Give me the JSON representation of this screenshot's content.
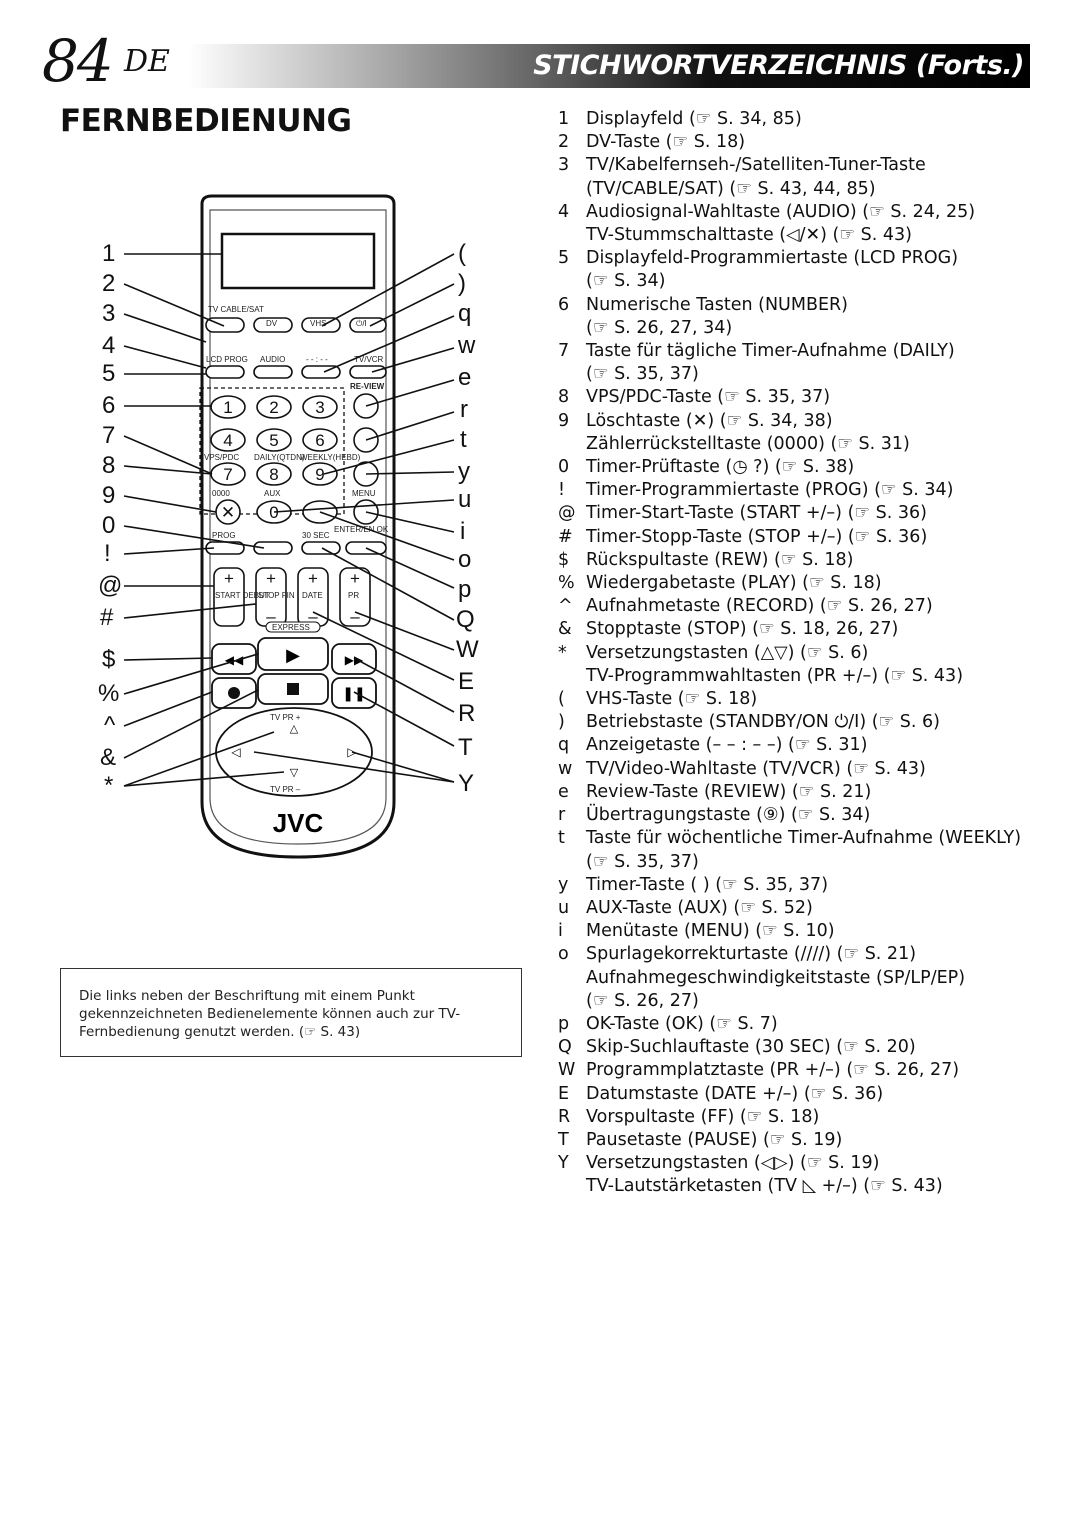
{
  "header": {
    "page_number": "84",
    "language": "DE",
    "title": "STICHWORTVERZEICHNIS (Forts.)"
  },
  "section_title": "FERNBEDIENUNG",
  "remote": {
    "brand": "JVC",
    "callouts_left": [
      "1",
      "2",
      "3",
      "4",
      "5",
      "6",
      "7",
      "8",
      "9",
      "0",
      "!",
      "@",
      "#",
      "$",
      "%",
      "^",
      "&",
      "*"
    ],
    "callouts_right": [
      "(",
      ")",
      "q",
      "w",
      "e",
      "r",
      "t",
      "y",
      "u",
      "i",
      "o",
      "p",
      "Q",
      "W",
      "E",
      "R",
      "T",
      "Y"
    ],
    "labels": {
      "tv_cable_sat": "TV CABLE/SAT",
      "dv": "DV",
      "vhs": "VHS",
      "standby": "⏻/I",
      "lcd_prog": "LCD PROG",
      "audio": "AUDIO",
      "display": "- - : - -",
      "tv_vcr": "TV/VCR",
      "review": "RE-VIEW",
      "vps_pdc": "VPS/PDC",
      "daily": "DAILY(QTDN)",
      "weekly": "WEEKLY(HEBD)",
      "zero_key": "0000",
      "aux": "AUX",
      "menu": "MENU",
      "prog": "PROG",
      "sec30": "30 SEC",
      "enter_ok": "ENTER/EN OK",
      "start": "START DEBUT",
      "stop": "STOP FIN",
      "date": "DATE",
      "pr": "PR",
      "express": "EXPRESS",
      "tv_pr_plus": "TV PR +",
      "tv_pr_minus": "TV PR –",
      "num1": "1",
      "num2": "2",
      "num3": "3",
      "num4": "4",
      "num5": "5",
      "num6": "6",
      "num7": "7",
      "num8": "8",
      "num9": "9",
      "num0": "0"
    }
  },
  "note": "Die links neben der Beschriftung mit einem Punkt gekennzeichneten Bedienelemente können auch zur TV-Fernbedienung genutzt werden. (☞ S. 43)",
  "index": [
    {
      "key": "1",
      "lines": [
        "Displayfeld (☞ S. 34, 85)"
      ]
    },
    {
      "key": "2",
      "lines": [
        "DV-Taste (☞ S. 18)"
      ]
    },
    {
      "key": "3",
      "lines": [
        "TV/Kabelfernseh-/Satelliten-Tuner-Taste",
        "(TV/CABLE/SAT) (☞ S. 43, 44, 85)"
      ]
    },
    {
      "key": "4",
      "lines": [
        "Audiosignal-Wahltaste (AUDIO) (☞ S. 24, 25)",
        "TV-Stummschalttaste (◁/✕) (☞ S. 43)"
      ]
    },
    {
      "key": "5",
      "lines": [
        "Displayfeld-Programmiertaste (LCD PROG)",
        "(☞ S. 34)"
      ]
    },
    {
      "key": "6",
      "lines": [
        "Numerische Tasten (NUMBER)",
        "(☞ S. 26, 27, 34)"
      ]
    },
    {
      "key": "7",
      "lines": [
        "Taste für tägliche Timer-Aufnahme (DAILY)",
        "(☞ S. 35, 37)"
      ]
    },
    {
      "key": "8",
      "lines": [
        "VPS/PDC-Taste (☞ S. 35, 37)"
      ]
    },
    {
      "key": "9",
      "lines": [
        "Löschtaste (✕) (☞ S. 34, 38)",
        "Zählerrückstelltaste (0000) (☞ S. 31)"
      ]
    },
    {
      "key": "0",
      "lines": [
        "Timer-Prüftaste (◷ ?) (☞ S. 38)"
      ]
    },
    {
      "key": "!",
      "lines": [
        "Timer-Programmiertaste (PROG) (☞ S. 34)"
      ]
    },
    {
      "key": "@",
      "lines": [
        "Timer-Start-Taste (START +/–) (☞ S. 36)"
      ]
    },
    {
      "key": "#",
      "lines": [
        "Timer-Stopp-Taste (STOP +/–) (☞ S. 36)"
      ]
    },
    {
      "key": "$",
      "lines": [
        "Rückspultaste (REW) (☞ S. 18)"
      ]
    },
    {
      "key": "%",
      "lines": [
        "Wiedergabetaste (PLAY) (☞ S. 18)"
      ]
    },
    {
      "key": "^",
      "lines": [
        "Aufnahmetaste (RECORD) (☞ S. 26, 27)"
      ]
    },
    {
      "key": "&",
      "lines": [
        "Stopptaste (STOP) (☞ S. 18, 26, 27)"
      ]
    },
    {
      "key": "*",
      "lines": [
        "Versetzungstasten (△▽) (☞ S. 6)",
        "TV-Programmwahltasten (PR +/–) (☞ S. 43)"
      ]
    },
    {
      "key": "(",
      "lines": [
        "VHS-Taste (☞ S. 18)"
      ]
    },
    {
      "key": ")",
      "lines": [
        "Betriebstaste (STANDBY/ON ⏻/I) (☞ S. 6)"
      ]
    },
    {
      "key": "q",
      "lines": [
        "Anzeigetaste (– – : – –) (☞ S. 31)"
      ]
    },
    {
      "key": "w",
      "lines": [
        "TV/Video-Wahltaste (TV/VCR) (☞ S. 43)"
      ]
    },
    {
      "key": "e",
      "lines": [
        "Review-Taste (REVIEW) (☞ S. 21)"
      ]
    },
    {
      "key": "r",
      "lines": [
        "Übertragungstaste (⑨) (☞ S. 34)"
      ]
    },
    {
      "key": "t",
      "lines": [
        "Taste für wöchentliche Timer-Aufnahme (WEEKLY)",
        "(☞ S. 35, 37)"
      ]
    },
    {
      "key": "y",
      "lines": [
        "Timer-Taste (   ) (☞ S. 35, 37)"
      ]
    },
    {
      "key": "u",
      "lines": [
        "AUX-Taste (AUX) (☞ S. 52)"
      ]
    },
    {
      "key": "i",
      "lines": [
        "Menütaste (MENU) (☞ S. 10)"
      ]
    },
    {
      "key": "o",
      "lines": [
        "Spurlagekorrekturtaste (////) (☞ S. 21)",
        "Aufnahmegeschwindigkeitstaste (SP/LP/EP)",
        "(☞ S. 26, 27)"
      ]
    },
    {
      "key": "p",
      "lines": [
        "OK-Taste (OK) (☞ S. 7)"
      ]
    },
    {
      "key": "Q",
      "lines": [
        "Skip-Suchlauftaste (30 SEC) (☞ S. 20)"
      ]
    },
    {
      "key": "W",
      "lines": [
        "Programmplatztaste (PR +/–) (☞ S. 26, 27)"
      ]
    },
    {
      "key": "E",
      "lines": [
        "Datumstaste (DATE +/–) (☞ S. 36)"
      ]
    },
    {
      "key": "R",
      "lines": [
        "Vorspultaste (FF) (☞ S. 18)"
      ]
    },
    {
      "key": "T",
      "lines": [
        "Pausetaste (PAUSE) (☞ S. 19)"
      ]
    },
    {
      "key": "Y",
      "lines": [
        "Versetzungstasten (◁▷) (☞ S. 19)",
        "TV-Lautstärketasten (TV ◺ +/–) (☞ S. 43)"
      ]
    }
  ]
}
